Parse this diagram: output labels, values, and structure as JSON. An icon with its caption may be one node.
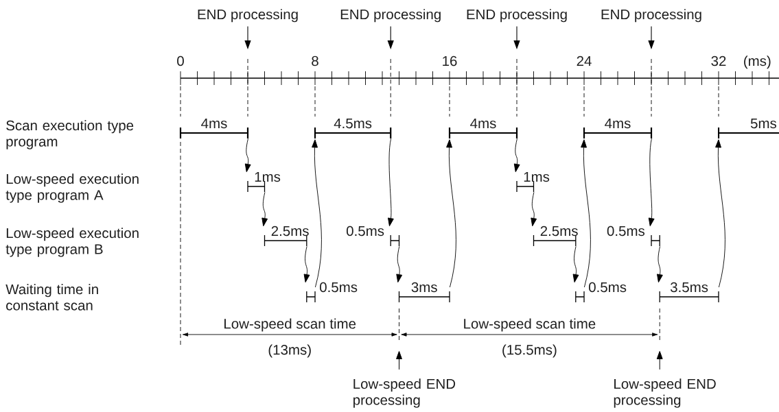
{
  "diagram": {
    "nodes": [
      {
        "text": [
          "END processing"
        ]
      },
      {
        "text": [
          "END processing"
        ]
      },
      {
        "text": [
          "END processing"
        ]
      },
      {
        "text": [
          "END processing"
        ]
      },
      {
        "text": [
          "4ms"
        ]
      },
      {
        "text": [
          "4.5ms"
        ]
      },
      {
        "text": [
          "4ms"
        ]
      },
      {
        "text": [
          "4ms"
        ]
      },
      {
        "text": [
          "5ms"
        ]
      },
      {
        "text": [
          "1ms"
        ]
      },
      {
        "text": [
          "1ms"
        ]
      },
      {
        "text": [
          "2.5ms"
        ]
      },
      {
        "text": [
          "0.5ms"
        ]
      },
      {
        "text": [
          "2.5ms"
        ]
      },
      {
        "text": [
          "0.5ms"
        ]
      },
      {
        "text": [
          "0.5ms"
        ]
      },
      {
        "text": [
          "3ms"
        ]
      },
      {
        "text": [
          "0.5ms"
        ]
      },
      {
        "text": [
          "3.5ms"
        ]
      },
      {
        "text": [
          "Low-speed END processing"
        ]
      },
      {
        "text": [
          "Low-speed END processing"
        ]
      }
    ],
    "edges": [
      {
        "from": 0,
        "to": null,
        "arrow": "to"
      },
      {
        "from": 1,
        "to": null,
        "arrow": "to"
      },
      {
        "from": 2,
        "to": null,
        "arrow": "to"
      },
      {
        "from": 3,
        "to": null,
        "arrow": "to"
      },
      {
        "from": 4,
        "to": 9,
        "arrow": "to"
      },
      {
        "from": 9,
        "to": 11,
        "arrow": "to"
      },
      {
        "from": 11,
        "to": 15,
        "arrow": "to"
      },
      {
        "from": 15,
        "to": 5,
        "arrow": "to"
      },
      {
        "from": 5,
        "to": 12,
        "arrow": "to"
      },
      {
        "from": 12,
        "to": 16,
        "arrow": "to"
      },
      {
        "from": 16,
        "to": 6,
        "arrow": "to"
      },
      {
        "from": 6,
        "to": 10,
        "arrow": "to"
      },
      {
        "from": 10,
        "to": 13,
        "arrow": "to"
      },
      {
        "from": 13,
        "to": 17,
        "arrow": "to"
      },
      {
        "from": 17,
        "to": 7,
        "arrow": "to"
      },
      {
        "from": 7,
        "to": 14,
        "arrow": "to"
      },
      {
        "from": 14,
        "to": 18,
        "arrow": "to"
      },
      {
        "from": 18,
        "to": 8,
        "arrow": "to"
      },
      {
        "from": 19,
        "to": null,
        "arrow": "to"
      },
      {
        "from": 20,
        "to": null,
        "arrow": "to"
      }
    ],
    "labels": [
      "0",
      "8",
      "16",
      "24",
      "32",
      "(ms)",
      "Scan execution type program",
      "Low-speed execution type program A",
      "Low-speed execution type program B",
      "Waiting time in constant scan",
      "Low-speed scan time",
      "Low-speed scan time",
      "(13ms)",
      "(15.5ms)"
    ]
  }
}
